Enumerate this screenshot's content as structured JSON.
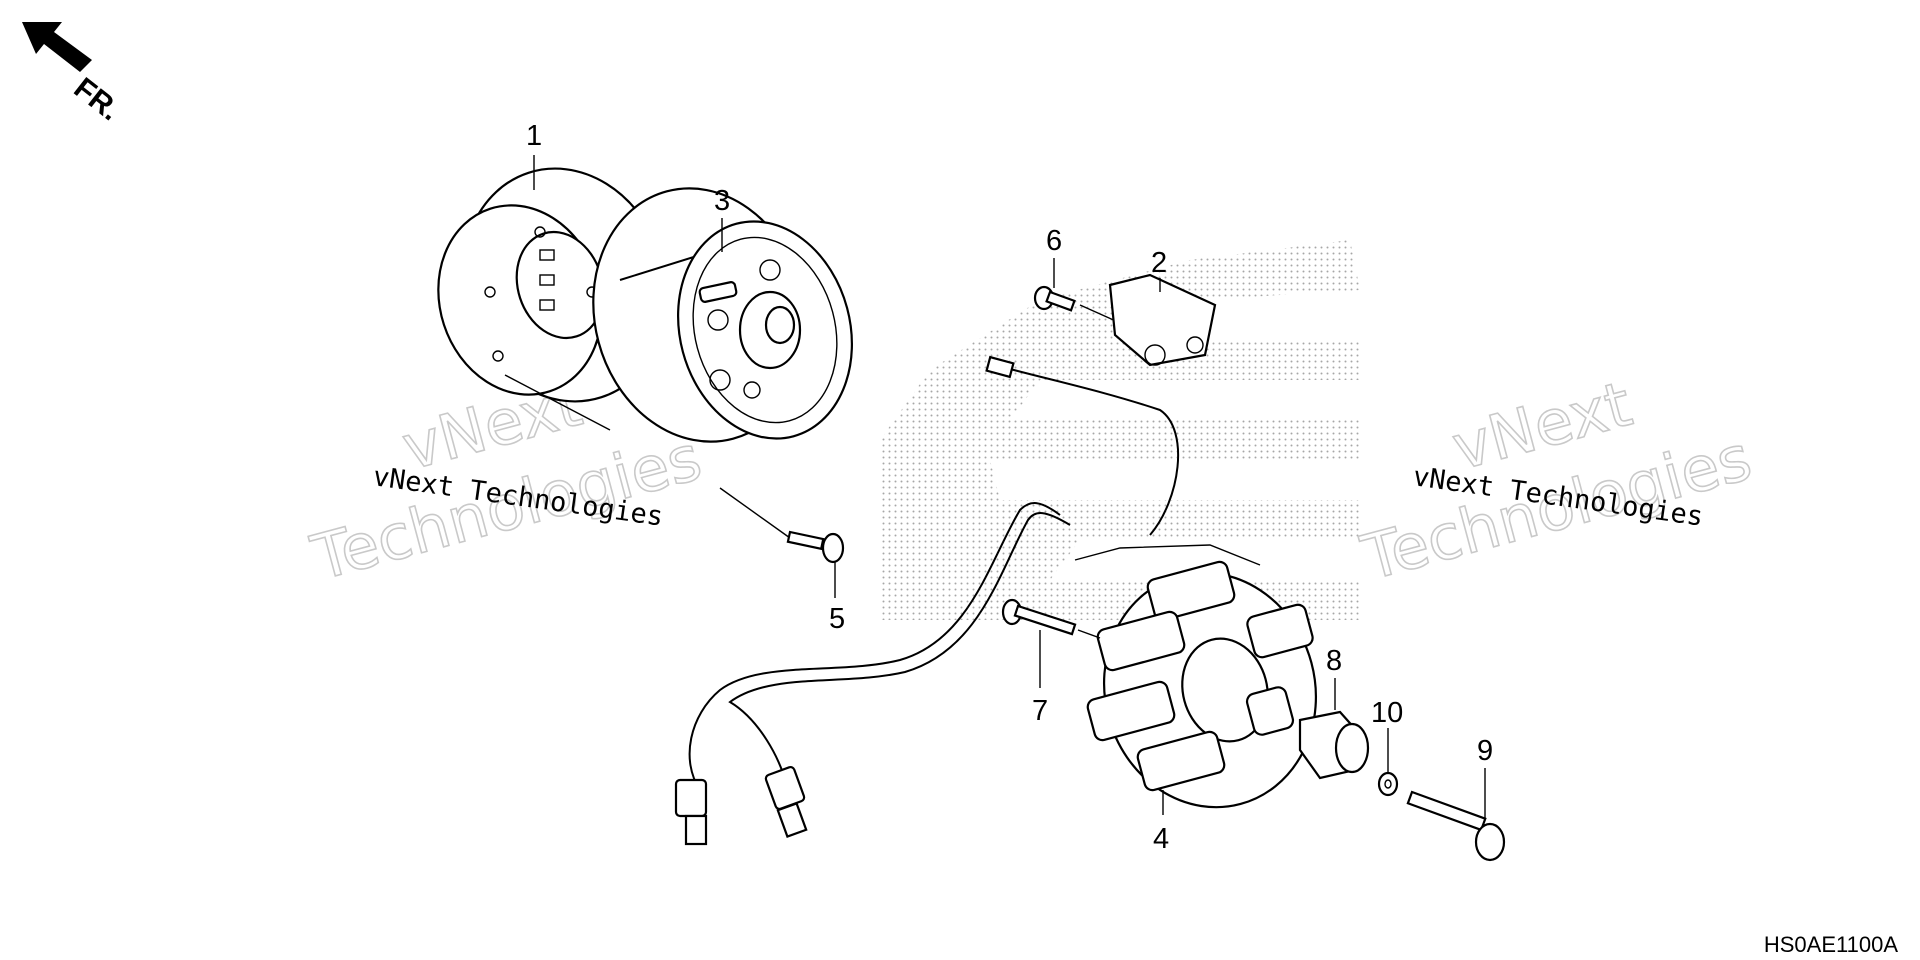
{
  "diagram": {
    "direction_label": "FR.",
    "part_code": "HS0AE1100A",
    "callouts": {
      "c1": "1",
      "c2": "2",
      "c3": "3",
      "c4": "4",
      "c5": "5",
      "c6": "6",
      "c7": "7",
      "c8": "8",
      "c9": "9",
      "c10": "10"
    },
    "watermark": {
      "line": "vNext Technologies",
      "big_top": "vNext",
      "big_bottom": "Technologies"
    }
  }
}
